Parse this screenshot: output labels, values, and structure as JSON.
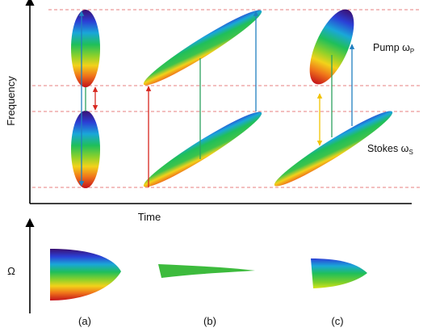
{
  "axes": {
    "y_label": "Frequency",
    "x_label": "Time",
    "lower_y_label": "Ω"
  },
  "labels": {
    "pump": "Pump ω",
    "pump_sub": "P",
    "stokes": "Stokes ω",
    "stokes_sub": "S"
  },
  "panels": [
    {
      "label": "(a)"
    },
    {
      "label": "(b)"
    },
    {
      "label": "(c)"
    }
  ],
  "colors": {
    "guide_lines": "#e05555",
    "axis": "#000000",
    "arrow_blue": "#1f7fc0",
    "arrow_green": "#2ca25f",
    "arrow_red": "#d7261e",
    "arrow_yellow": "#f2c200",
    "bar_green": "#3dbb3d"
  }
}
